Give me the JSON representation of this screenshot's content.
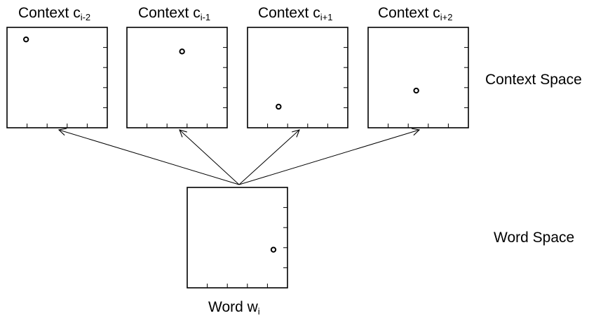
{
  "contexts": [
    {
      "label": "Context c",
      "sub": "i-2",
      "point": [
        0.19,
        0.12
      ]
    },
    {
      "label": "Context c",
      "sub": "i-1",
      "point": [
        0.55,
        0.24
      ]
    },
    {
      "label": "Context c",
      "sub": "i+1",
      "point": [
        0.31,
        0.79
      ]
    },
    {
      "label": "Context c",
      "sub": "i+2",
      "point": [
        0.48,
        0.63
      ]
    }
  ],
  "word": {
    "label": "Word w",
    "sub": "i",
    "point": [
      0.86,
      0.62
    ]
  },
  "spaces": {
    "context": "Context Space",
    "word": "Word Space"
  },
  "colors": {
    "stroke": "#000000",
    "background": "#ffffff"
  }
}
